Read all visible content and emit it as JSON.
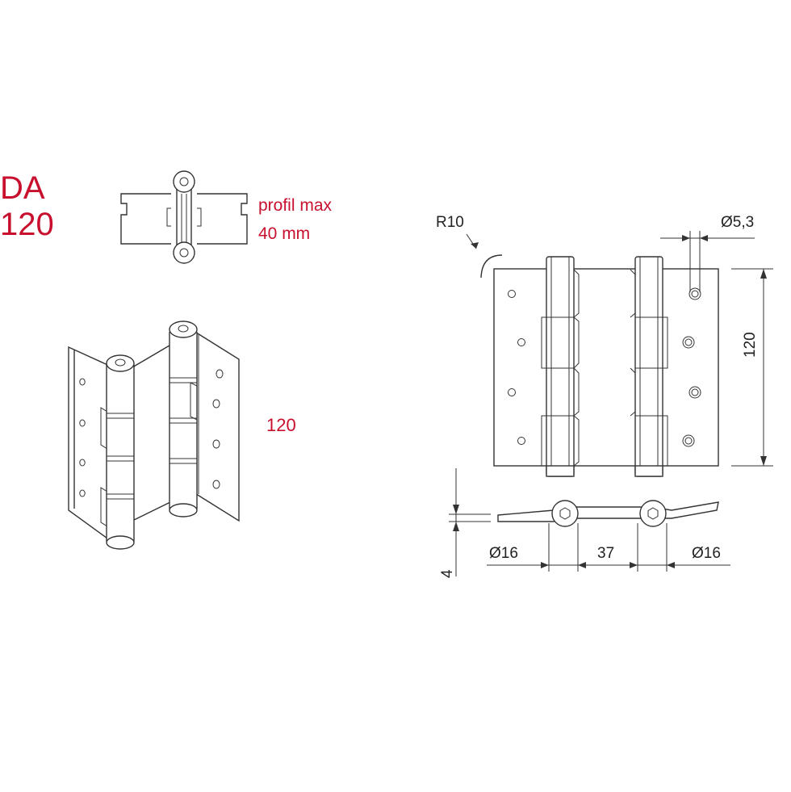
{
  "title": {
    "line1": "DA",
    "line2": "120"
  },
  "profile_note": {
    "line1": "profil max",
    "line2": "40 mm"
  },
  "perspective_height_label": "120",
  "dimensions": {
    "radius": "R10",
    "hole_diameter": "Ø5,3",
    "height": "120",
    "thickness": "4",
    "left_barrel_diameter": "Ø16",
    "barrel_spacing": "37",
    "right_barrel_diameter": "Ø16"
  },
  "colors": {
    "accent": "#c8102e",
    "line": "#333333"
  }
}
